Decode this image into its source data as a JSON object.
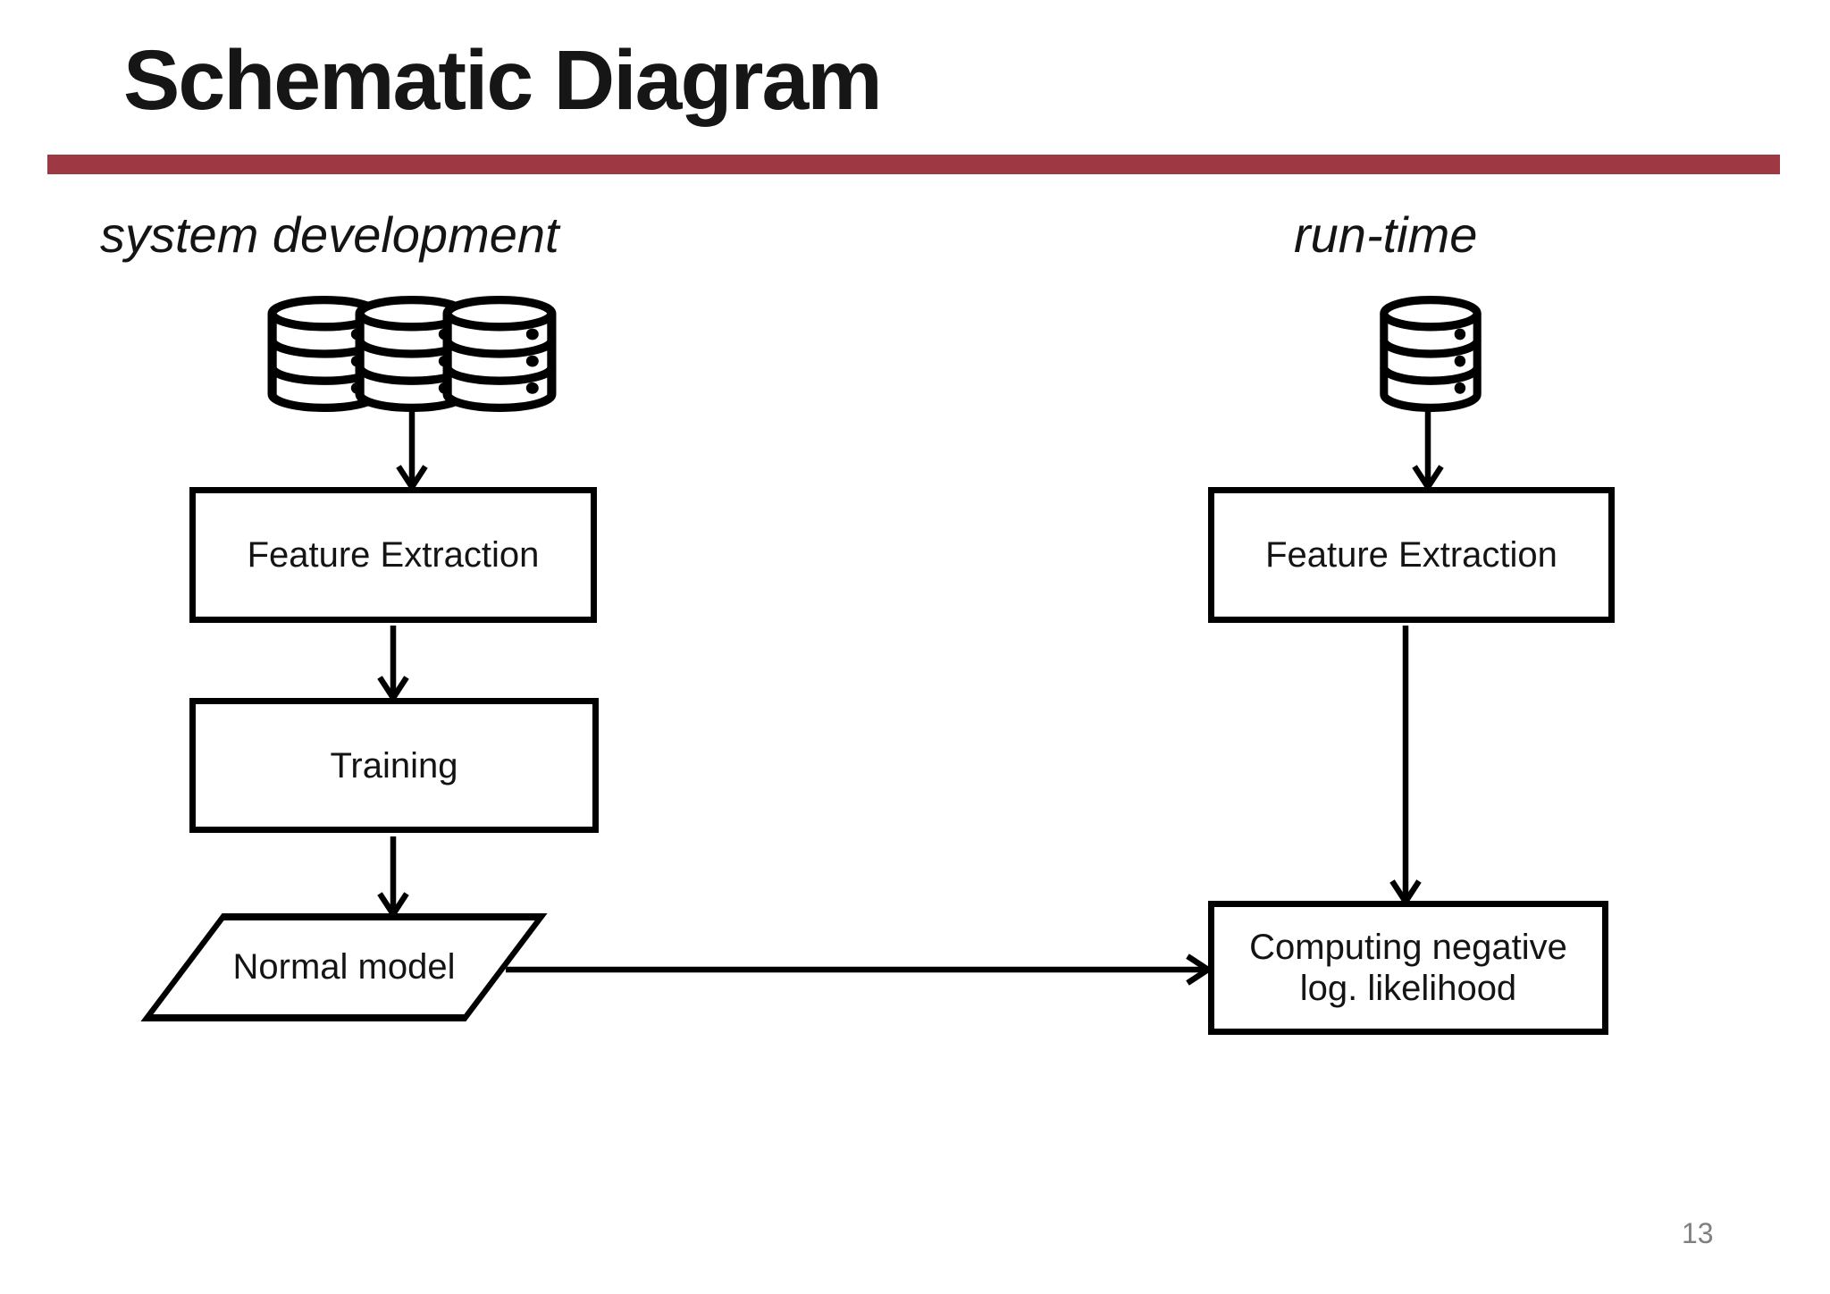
{
  "slide": {
    "title": "Schematic Diagram",
    "accent_rule_color": "#9E3944",
    "diagram_stroke_color": "#000000",
    "page_number": "13",
    "page_number_color": "#7f7f7f"
  },
  "diagram": {
    "left_column": {
      "heading": "system development",
      "data_source_icon": "database-stack-icon (3 cylinders)",
      "nodes": {
        "feature_extraction": "Feature Extraction",
        "training": "Training",
        "normal_model": "Normal model"
      }
    },
    "right_column": {
      "heading": "run-time",
      "data_source_icon": "database-icon (1 cylinder)",
      "nodes": {
        "feature_extraction": "Feature Extraction",
        "computing": {
          "line1": "Computing negative",
          "line2": "log. likelihood"
        }
      }
    }
  }
}
